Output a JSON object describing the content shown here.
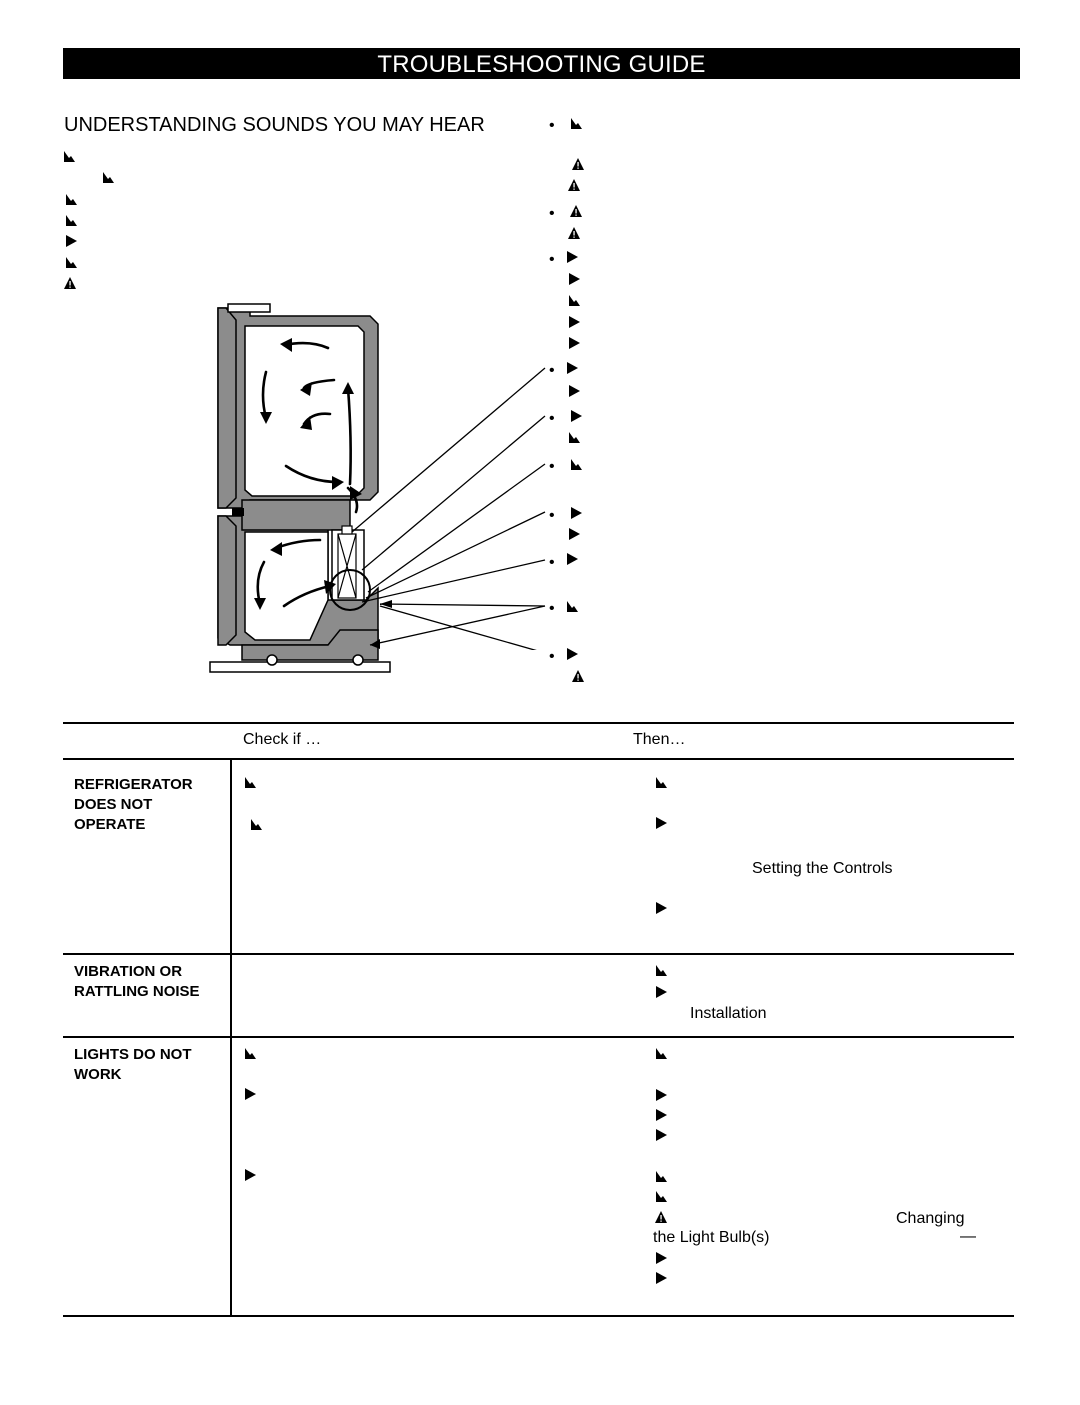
{
  "header": {
    "title": "TROUBLESHOOTING GUIDE"
  },
  "sounds": {
    "title": "UNDERSTANDING SOUNDS YOU MAY HEAR",
    "left_marks": [
      "mark-a",
      "mark-a",
      "mark-a",
      "mark-a",
      "mark-b",
      "mark-a",
      "mark-c"
    ],
    "right_marks": [
      "mark-a",
      "mark-c",
      "mark-c",
      "mark-c",
      "mark-c",
      "mark-b",
      "mark-b",
      "mark-a",
      "mark-b",
      "mark-b",
      "mark-b",
      "mark-b",
      "mark-b",
      "mark-a",
      "mark-a",
      "mark-b",
      "mark-b",
      "mark-b",
      "mark-a",
      "mark-b",
      "mark-c"
    ]
  },
  "table": {
    "col_check": "Check if …",
    "col_then": "Then…",
    "rows": [
      {
        "problem": [
          "REFRIGERATOR",
          "DOES NOT",
          "OPERATE"
        ],
        "then_ref": "Setting the Controls"
      },
      {
        "problem": [
          "VIBRATION OR",
          "RATTLING NOISE"
        ],
        "then_ref": "Installation"
      },
      {
        "problem": [
          "LIGHTS DO NOT",
          "WORK"
        ],
        "then_ref_a": "Changing",
        "then_ref_b": "the Light Bulb(s)",
        "then_dash": "—"
      }
    ]
  },
  "colors": {
    "diagram_fill": "#8c8c8c",
    "ink": "#000000",
    "paper": "#ffffff"
  },
  "icons": {
    "mark-a": "flame-warning-icon",
    "mark-b": "triangle-right-icon",
    "mark-c": "warning-triangle-icon"
  }
}
